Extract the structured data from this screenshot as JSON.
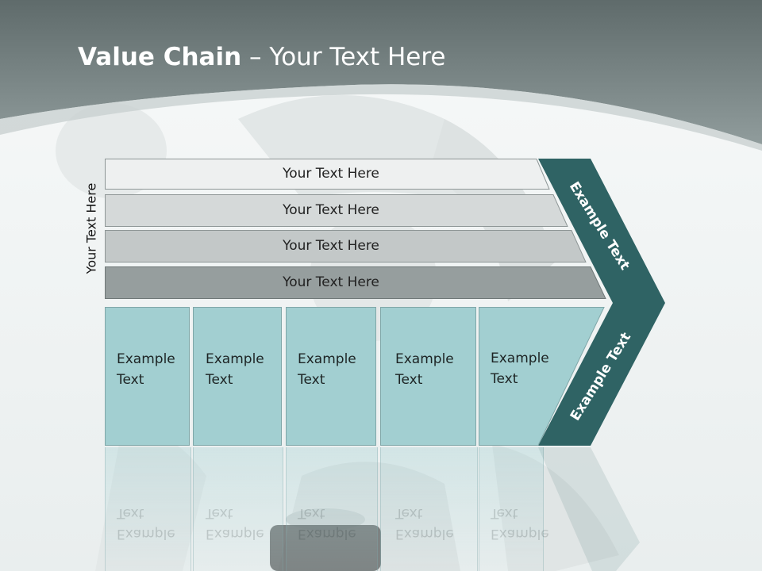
{
  "slide": {
    "title_bold": "Value Chain",
    "title_rest": " – Your Text Here",
    "side_label": "Your Text Here",
    "bars": [
      {
        "label": "Your Text Here"
      },
      {
        "label": "Your Text Here"
      },
      {
        "label": "Your Text Here"
      },
      {
        "label": "Your Text Here"
      }
    ],
    "chevron": {
      "top_text": "Example Text",
      "bottom_text": "Example Text"
    },
    "boxes": [
      {
        "line1": "Example",
        "line2": "Text"
      },
      {
        "line1": "Example",
        "line2": "Text"
      },
      {
        "line1": "Example",
        "line2": "Text"
      },
      {
        "line1": "Example",
        "line2": "Text"
      },
      {
        "line1": "Example",
        "line2": "Text"
      }
    ]
  },
  "colors": {
    "header_dark": "#5f6b6b",
    "header_light": "#8e9a9a",
    "chevron_teal": "#2f6364",
    "box_fill": "#a2cfd1",
    "bar1": "#eef0f0",
    "bar2": "#d5d9d9",
    "bar3": "#c3c8c8",
    "bar4": "#969e9e"
  }
}
